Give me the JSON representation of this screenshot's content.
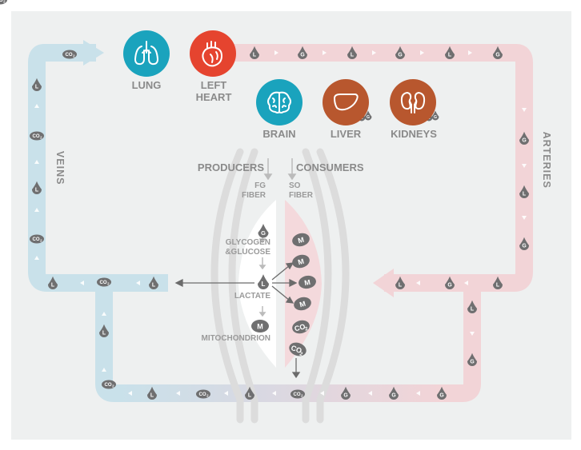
{
  "organs": {
    "lung": {
      "label": "LUNG",
      "color": "#1aa3bd"
    },
    "left_heart": {
      "label": "LEFT\nHEART",
      "color": "#e5442f"
    },
    "brain": {
      "label": "BRAIN",
      "color": "#1aa3bd"
    },
    "liver": {
      "label": "LIVER",
      "color": "#b8572e"
    },
    "kidneys": {
      "label": "KIDNEYS",
      "color": "#b8572e"
    }
  },
  "vessels": {
    "veins": {
      "label": "VEINS",
      "color": "#c9e1ea"
    },
    "arteries": {
      "label": "ARTERIES",
      "color": "#f2d4d7"
    }
  },
  "muscle": {
    "producers": "PRODUCERS",
    "consumers": "CONSUMERS",
    "fg_fiber": "FG\nFIBER",
    "so_fiber": "SO\nFIBER",
    "glycogen": "GLYCOGEN\n&GLUCOSE",
    "lactate": "LACTATE",
    "mitochondrion": "MITOCHONDRION"
  },
  "tokens": {
    "lactate": "L",
    "glucose": "G",
    "mito": "M",
    "co2": "CO",
    "co2_sub": "2"
  }
}
